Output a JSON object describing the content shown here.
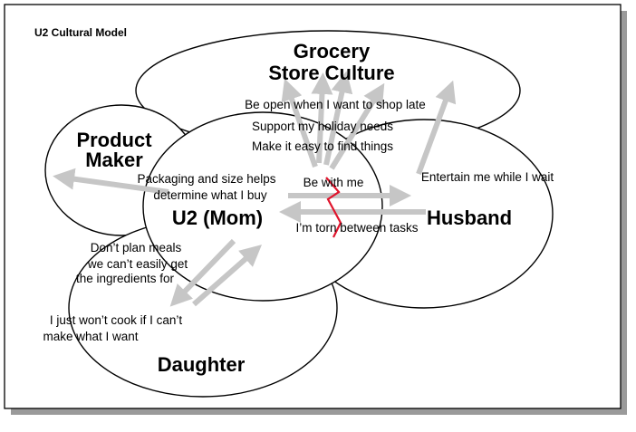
{
  "slide": {
    "title": "U2 Cultural Model",
    "accent_colors": {
      "tension_bolt": "#e0142c",
      "arrow": "#c6c6c6",
      "shadow": "#9a9a9a"
    }
  },
  "nodes": {
    "grocery_line1": "Grocery",
    "grocery_line2": "Store Culture",
    "product_line1": "Product",
    "product_line2": "Maker",
    "u2": "U2 (Mom)",
    "husband": "Husband",
    "daughter": "Daughter"
  },
  "annotations": {
    "open_late": "Be open when I want to shop  late",
    "holiday": "Support my holiday needs",
    "find_things": "Make it easy to find things",
    "packaging_1": "Packaging and size helps",
    "packaging_2": "determine what I buy",
    "be_with_me": "Be with me",
    "entertain": "Entertain me while I wait",
    "torn": "I’m torn between tasks",
    "plan_1": "Don’t plan meals",
    "plan_2": "we can’t easily get",
    "plan_3": "the ingredients for",
    "cook_1": "I just won’t cook if I can’t",
    "cook_2": "make what I want"
  }
}
